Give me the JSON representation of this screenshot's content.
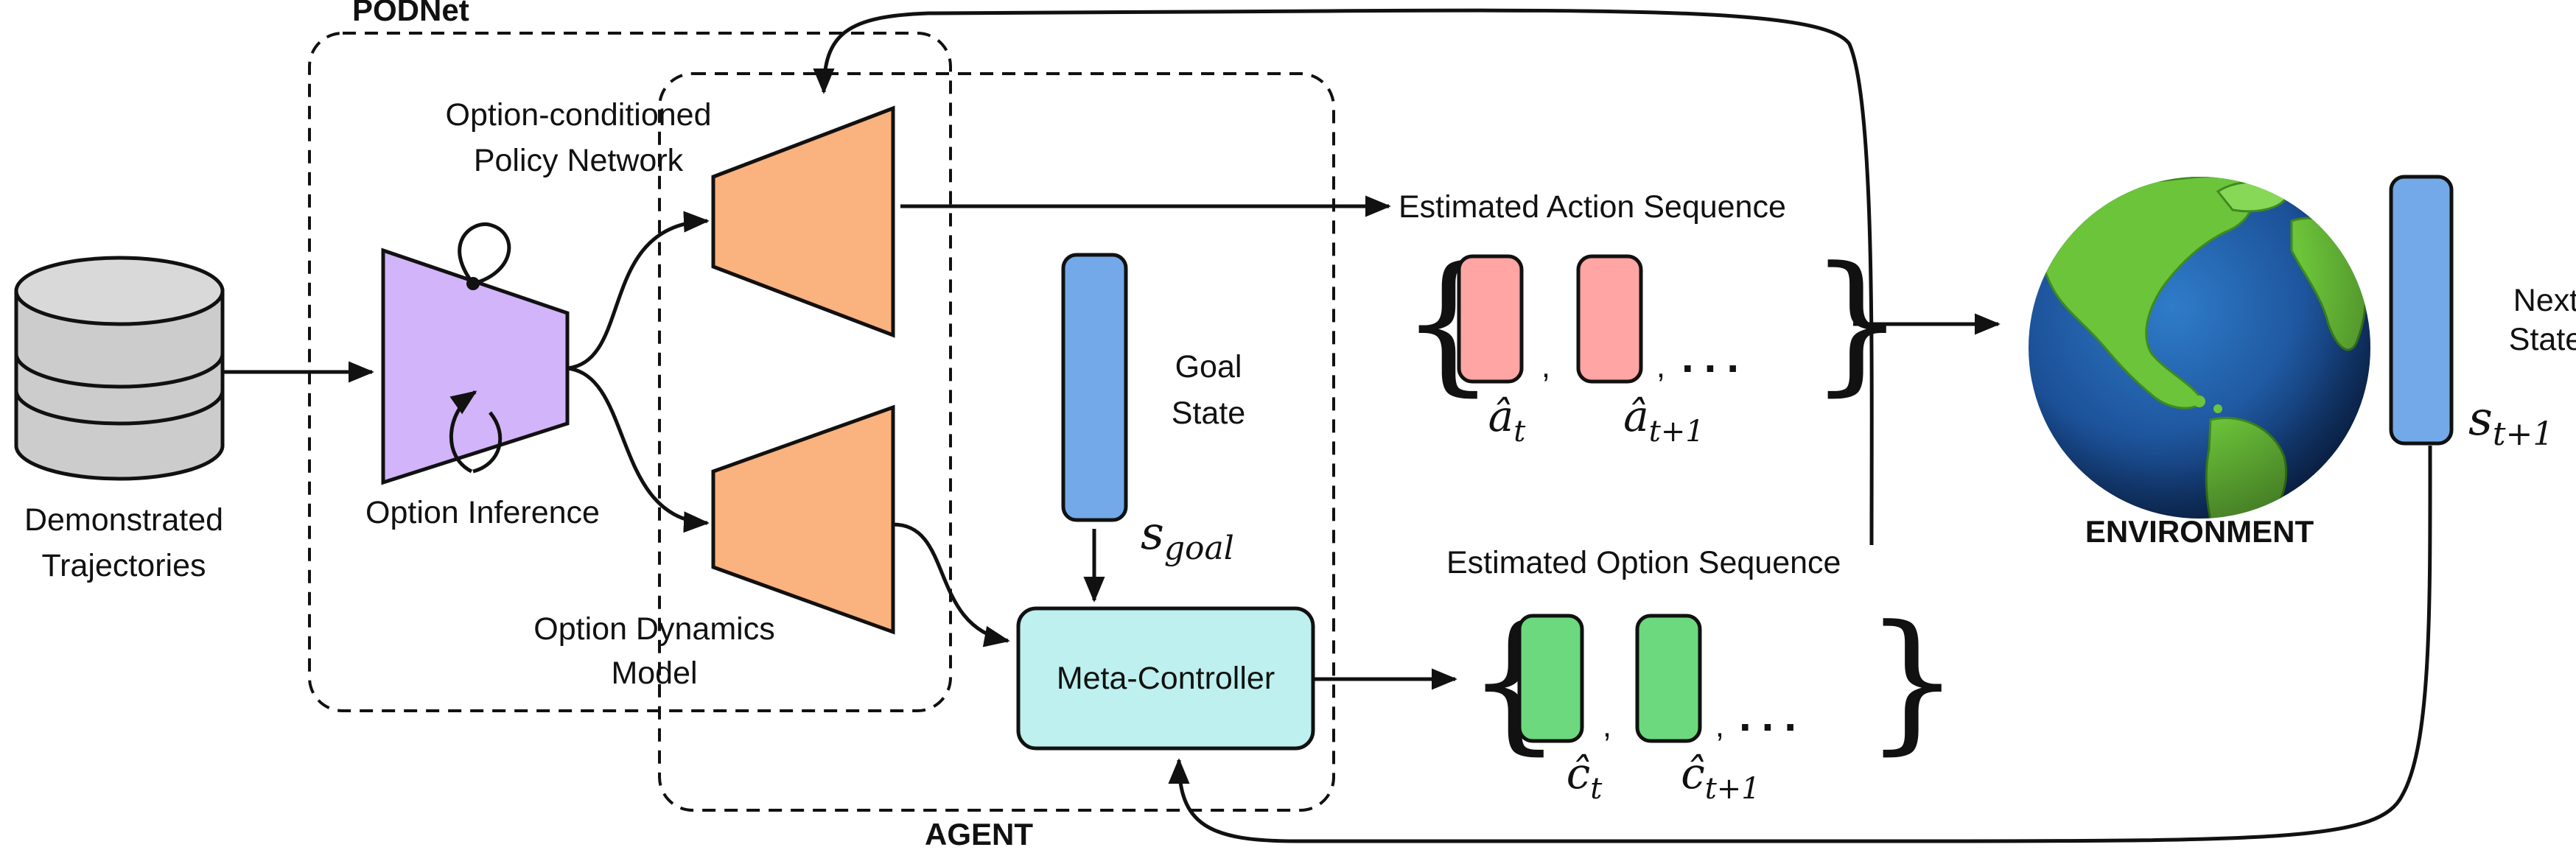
{
  "podnet": {
    "title": "PODNet"
  },
  "agent": {
    "title": "AGENT"
  },
  "input": {
    "label_line1": "Demonstrated",
    "label_line2": "Trajectories"
  },
  "option_inference": {
    "label": "Option Inference"
  },
  "policy_network": {
    "label_line1": "Option-conditioned",
    "label_line2": "Policy Network"
  },
  "option_dynamics": {
    "label_line1": "Option Dynamics",
    "label_line2": "Model"
  },
  "goal": {
    "label_line1": "Goal",
    "label_line2": "State",
    "symbol": "s",
    "subscript": "goal"
  },
  "meta_controller": {
    "label": "Meta-Controller"
  },
  "action_sequence": {
    "label": "Estimated Action Sequence",
    "item1": {
      "symbol": "â",
      "subscript": "t"
    },
    "item2": {
      "symbol": "â",
      "subscript": "t+1"
    },
    "separator": ",",
    "ellipsis": "..."
  },
  "option_sequence": {
    "label": "Estimated Option Sequence",
    "item1": {
      "symbol": "ĉ",
      "subscript": "t"
    },
    "item2": {
      "symbol": "ĉ",
      "subscript": "t+1"
    },
    "separator": ",",
    "ellipsis": "..."
  },
  "environment": {
    "label": "ENVIRONMENT"
  },
  "next_state": {
    "label_line1": "Next",
    "label_line2": "State",
    "symbol": "s",
    "subscript": "t+1"
  },
  "colors": {
    "option_inference_fill": "#d2b4fa",
    "network_fill": "#fab27e",
    "goal_fill": "#73a9e8",
    "meta_controller_fill": "#bdf0ee",
    "action_fill": "#ffa5a3",
    "option_fill": "#6cd97e",
    "database_fill": "#cccccc",
    "ocean": "#1f5aa8",
    "land": "#6cc43a"
  }
}
